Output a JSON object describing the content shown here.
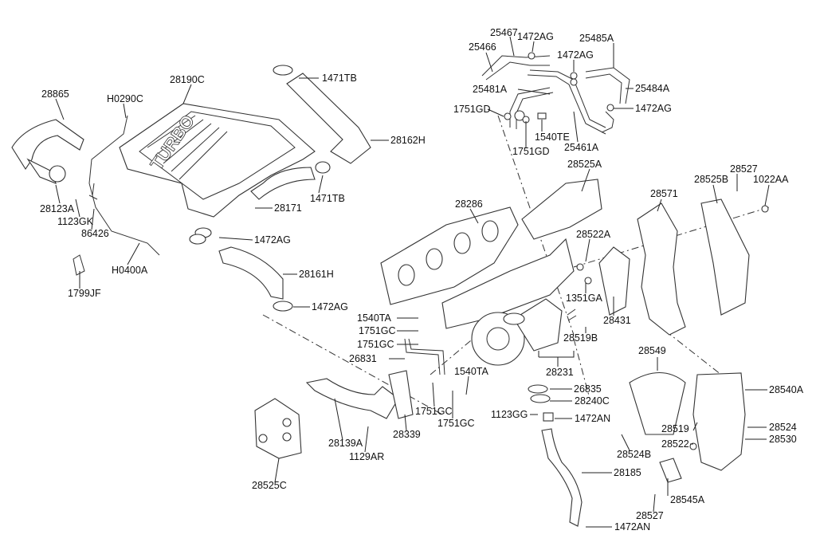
{
  "diagram": {
    "labels": [
      "28865",
      "H0290C",
      "28190C",
      "1471TB",
      "28162H",
      "28123A",
      "1123GK",
      "86426",
      "H0400A",
      "1799JF",
      "28171",
      "1471TB",
      "1472AG",
      "28161H",
      "1472AG",
      "25467",
      "1472AG",
      "25466",
      "25485A",
      "1472AG",
      "25484A",
      "25481A",
      "1472AG",
      "1751GD",
      "1540TE",
      "1751GD",
      "25461A",
      "28525A",
      "28286",
      "28571",
      "28525B",
      "28527",
      "1022AA",
      "28522A",
      "1351GA",
      "28431",
      "1540TA",
      "1751GC",
      "1751GC",
      "26831",
      "1540TA",
      "1751GC",
      "1751GC",
      "28519B",
      "28231",
      "28549",
      "28540A",
      "26835",
      "28240C",
      "1123GG",
      "1472AN",
      "28524",
      "28519",
      "28530",
      "28522",
      "28524B",
      "28139A",
      "1129AR",
      "28339",
      "28525C",
      "28185",
      "28545A",
      "28527",
      "1472AN"
    ],
    "intercooler_text": "TURBO"
  }
}
